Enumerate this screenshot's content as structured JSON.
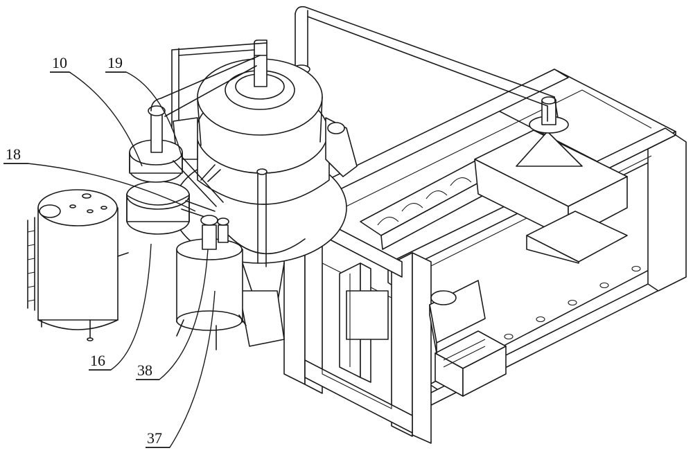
{
  "figure": {
    "reference_numerals": [
      {
        "id": "10",
        "text": "10"
      },
      {
        "id": "19",
        "text": "19"
      },
      {
        "id": "18",
        "text": "18"
      },
      {
        "id": "16",
        "text": "16"
      },
      {
        "id": "38",
        "text": "38"
      },
      {
        "id": "37",
        "text": "37"
      }
    ]
  }
}
